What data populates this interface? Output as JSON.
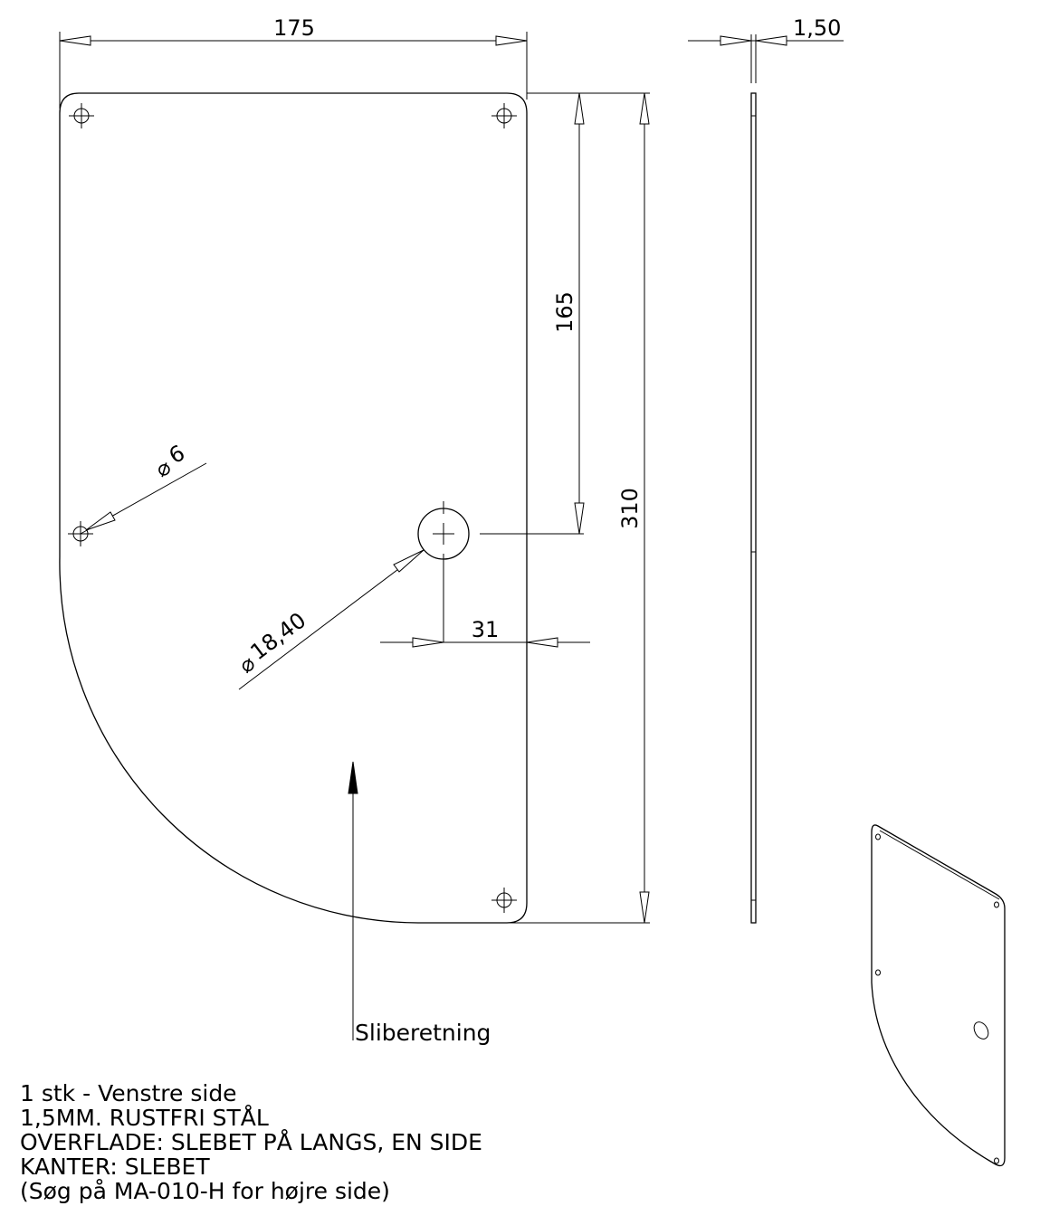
{
  "dimensions": {
    "width": "175",
    "thickness": "1,50",
    "hole_distance": "165",
    "height": "310",
    "small_hole_dia": "6",
    "large_hole_dia": "18,40",
    "edge_offset": "31"
  },
  "symbols": {
    "diameter": "⌀"
  },
  "labels": {
    "grain_direction": "Sliberetning"
  },
  "notes": [
    "1 stk - Venstre side",
    "1,5MM. RUSTFRI STÅL",
    "OVERFLADE: SLEBET PÅ LANGS, EN SIDE",
    "KANTER: SLEBET",
    "(Søg på MA-010-H for højre side)"
  ]
}
